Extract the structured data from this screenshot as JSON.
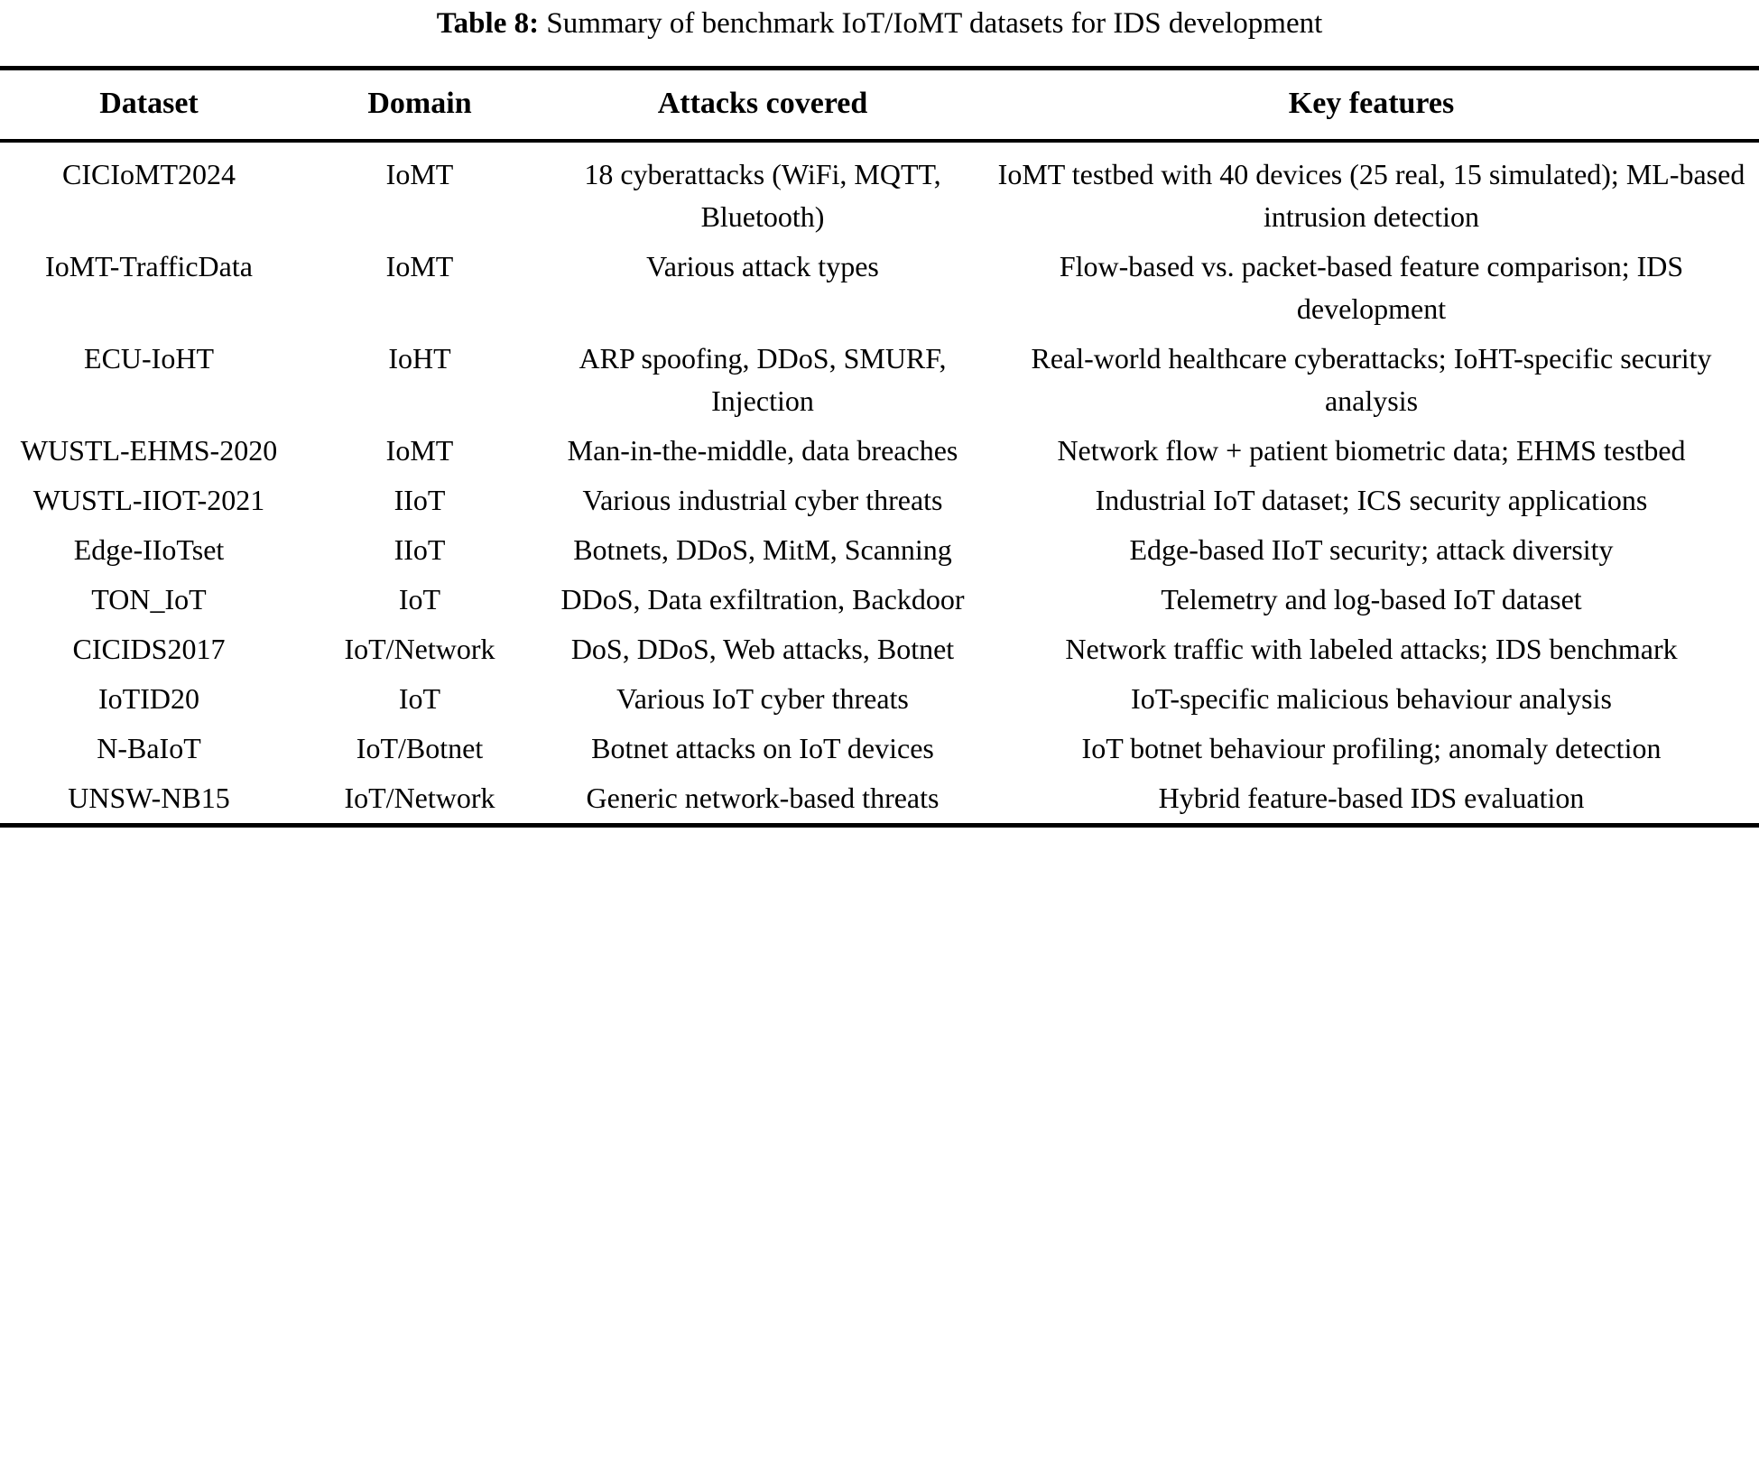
{
  "caption": {
    "label": "Table 8:",
    "text": "Summary of benchmark IoT/IoMT datasets for IDS development"
  },
  "table": {
    "columns": [
      {
        "key": "dataset",
        "header": "Dataset"
      },
      {
        "key": "domain",
        "header": "Domain"
      },
      {
        "key": "attacks",
        "header": "Attacks covered"
      },
      {
        "key": "features",
        "header": "Key features"
      }
    ],
    "rows": [
      {
        "dataset": "CICIoMT2024",
        "domain": "IoMT",
        "attacks": "18 cyberattacks (WiFi, MQTT, Bluetooth)",
        "features": "IoMT testbed with 40 devices (25 real, 15 simulated); ML-based intrusion detection"
      },
      {
        "dataset": "IoMT-TrafficData",
        "domain": "IoMT",
        "attacks": "Various attack types",
        "features": "Flow-based vs. packet-based feature comparison; IDS development"
      },
      {
        "dataset": "ECU-IoHT",
        "domain": "IoHT",
        "attacks": "ARP spoofing, DDoS, SMURF, Injection",
        "features": "Real-world healthcare cyberattacks; IoHT-specific security analysis"
      },
      {
        "dataset": "WUSTL-EHMS-2020",
        "domain": "IoMT",
        "attacks": "Man-in-the-middle, data breaches",
        "features": "Network flow + patient biometric data; EHMS testbed"
      },
      {
        "dataset": "WUSTL-IIOT-2021",
        "domain": "IIoT",
        "attacks": "Various industrial cyber threats",
        "features": "Industrial IoT dataset; ICS security applications"
      },
      {
        "dataset": "Edge-IIoTset",
        "domain": "IIoT",
        "attacks": "Botnets, DDoS, MitM, Scanning",
        "features": "Edge-based IIoT security; attack diversity"
      },
      {
        "dataset": "TON_IoT",
        "domain": "IoT",
        "attacks": "DDoS, Data exfiltration, Backdoor",
        "features": "Telemetry and log-based IoT dataset"
      },
      {
        "dataset": "CICIDS2017",
        "domain": "IoT/Network",
        "attacks": "DoS, DDoS, Web attacks, Botnet",
        "features": "Network traffic with labeled attacks; IDS benchmark"
      },
      {
        "dataset": "IoTID20",
        "domain": "IoT",
        "attacks": "Various IoT cyber threats",
        "features": "IoT-specific malicious behaviour analysis"
      },
      {
        "dataset": "N-BaIoT",
        "domain": "IoT/Botnet",
        "attacks": "Botnet attacks on IoT devices",
        "features": "IoT botnet behaviour profiling; anomaly detection"
      },
      {
        "dataset": "UNSW-NB15",
        "domain": "IoT/Network",
        "attacks": "Generic network-based threats",
        "features": "Hybrid feature-based IDS evaluation"
      }
    ]
  }
}
